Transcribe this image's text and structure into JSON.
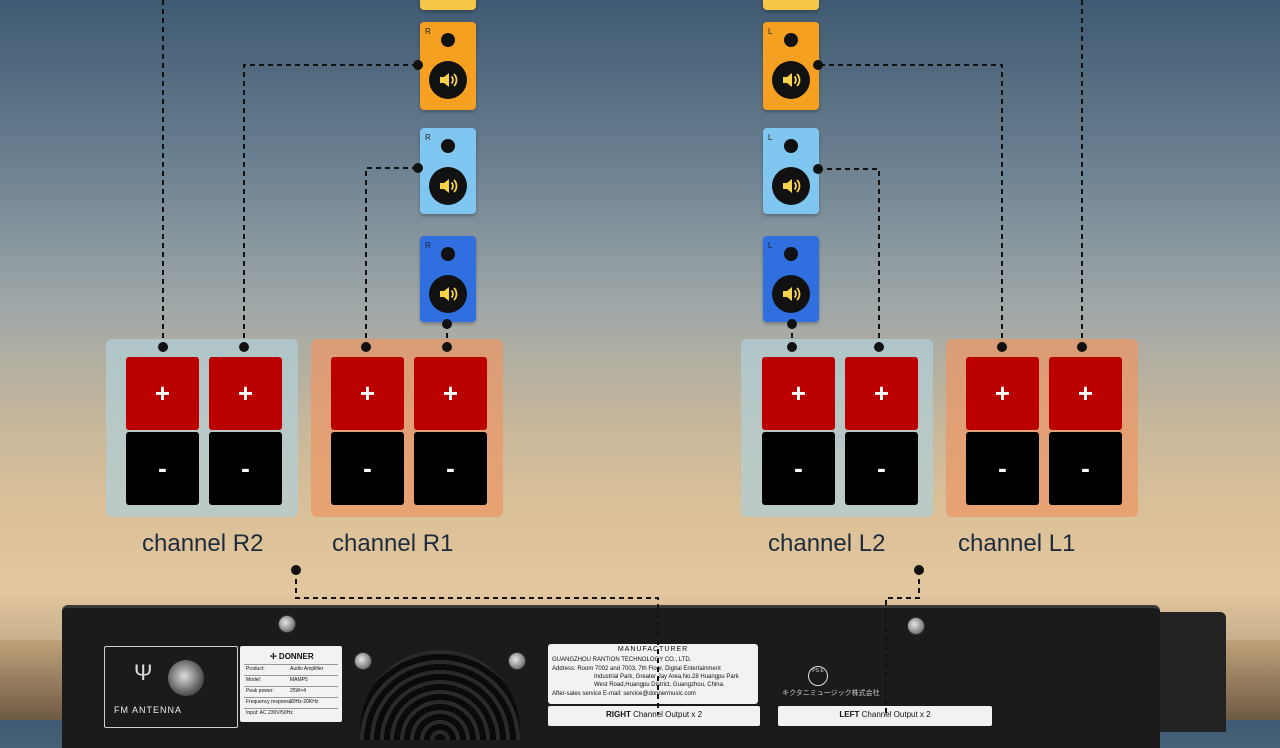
{
  "speakers": [
    {
      "id": "r-orange",
      "tag": "R",
      "color": "#f5a020"
    },
    {
      "id": "r-lightblue",
      "tag": "R",
      "color": "#7fc6f0"
    },
    {
      "id": "r-blue",
      "tag": "R",
      "color": "#2f6fe0"
    },
    {
      "id": "l-orange",
      "tag": "L",
      "color": "#f5a020"
    },
    {
      "id": "l-lightblue",
      "tag": "L",
      "color": "#7fc6f0"
    },
    {
      "id": "l-blue",
      "tag": "L",
      "color": "#2f6fe0"
    }
  ],
  "channels": [
    {
      "label": "channel R2",
      "plus": "+",
      "minus": "-",
      "panel_color": "blue"
    },
    {
      "label": "channel R1",
      "plus": "+",
      "minus": "-",
      "panel_color": "orange"
    },
    {
      "label": "channel L2",
      "plus": "+",
      "minus": "-",
      "panel_color": "blue"
    },
    {
      "label": "channel L1",
      "plus": "+",
      "minus": "-",
      "panel_color": "orange"
    }
  ],
  "amplifier": {
    "antenna_label": "FM   ANTENNA",
    "brand": "✢ DONNER",
    "spec_rows": [
      {
        "k": "Product:",
        "v": "Audio Amplifier"
      },
      {
        "k": "Model:",
        "v": "MAMP5"
      },
      {
        "k": "Peak power:",
        "v": "25W×4"
      },
      {
        "k": "Frequency response:",
        "v": "20Hz-20KHz"
      },
      {
        "k": "Input: AC 230V/50Hz",
        "v": ""
      }
    ],
    "manufacturer_head": "MANUFACTURER",
    "manufacturer_lines": [
      "GUANGZHOU RANTION TECHNOLOGY CO., LTD.",
      "Address: Room 7002 and 7003, 7th Floor, Digital Entertainment",
      "Industrial Park, Greater Jay Area,No.28 Huangpu Park",
      "West Road,Huangpu District, Guangzhou, China.",
      "After-sales service E-mail: service@donnermusic.com"
    ],
    "pse_mark": "PS E",
    "jp_text": "キクタニミュージック株式会社",
    "right_output": {
      "bold": "RIGHT",
      "rest": " Channel  Output x 2"
    },
    "left_output": {
      "bold": "LEFT",
      "rest": " Channel  Output x 2"
    }
  },
  "colors": {
    "wire": "#111111",
    "plus_terminal": "#bb0000",
    "minus_terminal": "#000000"
  },
  "icons": {
    "speaker_woofer": "speaker-volume-icon",
    "antenna": "antenna-icon"
  }
}
